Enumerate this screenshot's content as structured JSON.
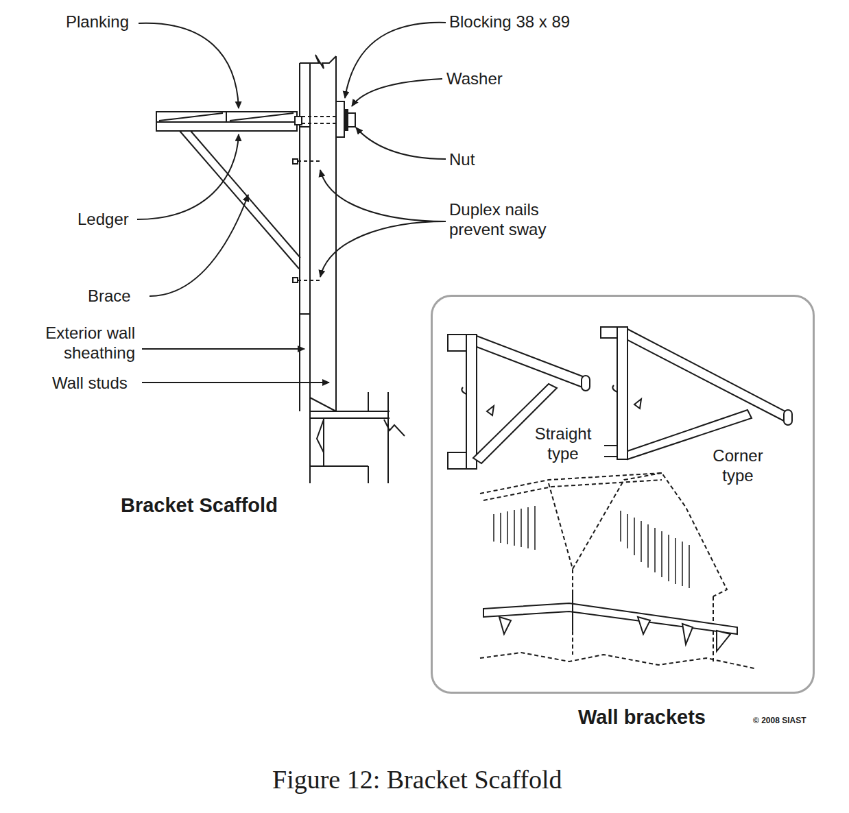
{
  "diagram": {
    "caption": "Figure 12: Bracket Scaffold",
    "nodes": [
      {
        "text": [
          "Straight type",
          "Corner type",
          "Wall brackets"
        ]
      }
    ],
    "labels": [
      "Planking",
      "Blocking 38 x 89",
      "Washer",
      "Nut",
      "Ledger",
      "Duplex nails prevent sway",
      "Brace",
      "Exterior wall sheathing",
      "Wall studs",
      "Bracket Scaffold",
      "© 2008 SIAST"
    ]
  }
}
